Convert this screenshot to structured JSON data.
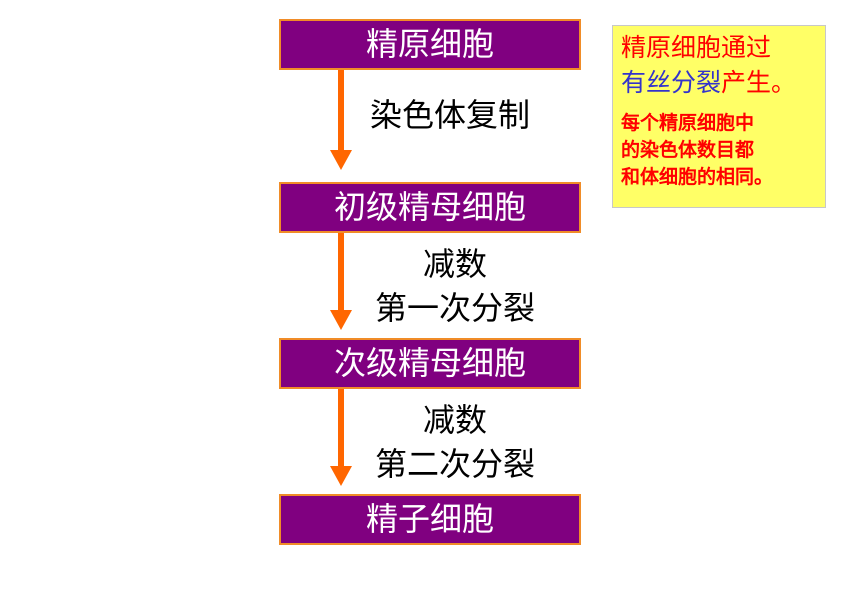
{
  "boxes": [
    "精原细胞",
    "初级精母细胞",
    "次级精母细胞",
    "精子细胞"
  ],
  "steps": [
    {
      "lines": [
        "染色体复制"
      ]
    },
    {
      "lines": [
        "减数",
        "第一次分裂"
      ]
    },
    {
      "lines": [
        "减数",
        "第二次分裂"
      ]
    }
  ],
  "note": {
    "line1": "精原细胞通过",
    "line2_blue": "有丝分裂",
    "line2_red": "产生。",
    "detail": [
      "每个精原细胞中",
      "的染色体数目都",
      "和体细胞的相同。"
    ]
  },
  "colors": {
    "box_fill": "#800080",
    "box_border": "#f08c28",
    "arrow": "#ff6600",
    "note_fill": "#ffff66",
    "note_text_red": "#ff0000",
    "note_text_blue": "#3333cc"
  }
}
